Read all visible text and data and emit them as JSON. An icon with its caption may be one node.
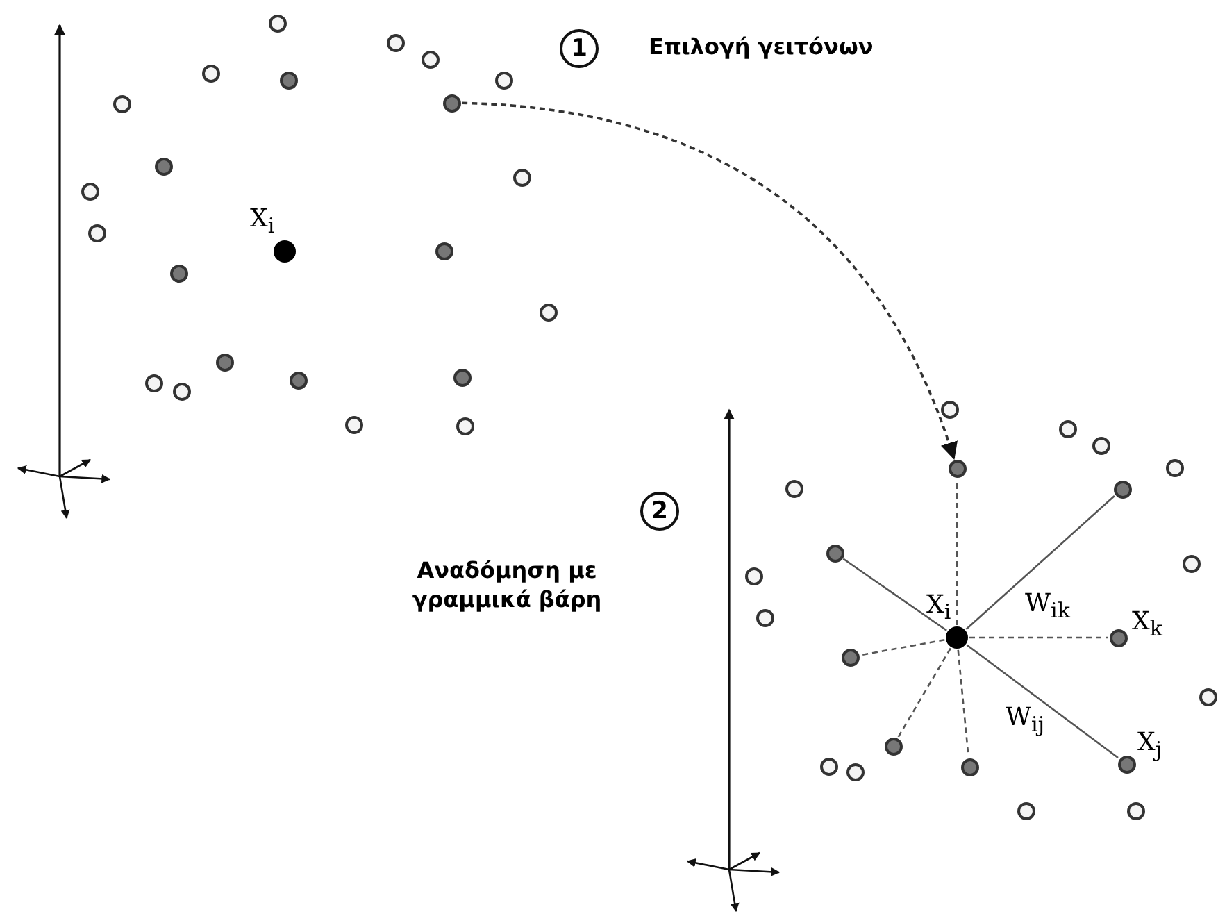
{
  "diagram": {
    "nodes": [
      {
        "text": [],
        "shape": "circle"
      },
      {
        "text": [],
        "shape": "circle"
      },
      {
        "text": [],
        "shape": "circle"
      },
      {
        "text": [],
        "shape": "circle"
      },
      {
        "text": [],
        "shape": "circle",
        "beside": [
          "X$_{i}$"
        ]
      },
      {
        "text": [],
        "shape": "circle",
        "beside": [
          "X$_{k}$"
        ]
      },
      {
        "text": [],
        "shape": "circle"
      },
      {
        "text": [],
        "shape": "circle"
      },
      {
        "text": [],
        "shape": "circle"
      },
      {
        "text": [],
        "shape": "circle",
        "beside": [
          "X$_{j}$"
        ]
      }
    ],
    "edges": [
      {
        "from": 0,
        "to": 1,
        "arrow": "to",
        "style": "dashed"
      },
      {
        "from": 4,
        "to": 1,
        "arrow": "none",
        "style": "dashed"
      },
      {
        "from": 4,
        "to": 2,
        "arrow": "none"
      },
      {
        "from": 4,
        "to": 3,
        "arrow": "none"
      },
      {
        "from": 4,
        "to": 5,
        "arrow": "none",
        "style": "dashed",
        "label": "W$_{ik}$"
      },
      {
        "from": 4,
        "to": 6,
        "arrow": "none",
        "style": "dashed"
      },
      {
        "from": 4,
        "to": 7,
        "arrow": "none",
        "style": "dashed"
      },
      {
        "from": 4,
        "to": 8,
        "arrow": "none",
        "style": "dashed"
      },
      {
        "from": 4,
        "to": 9,
        "arrow": "none",
        "label": "W$_{ij}$"
      }
    ],
    "labels": [
      "1",
      "Επιλογή γειτόνων",
      "X$_{i}$",
      "2",
      "Αναδόμηση με γραμμικά βάρη"
    ]
  }
}
